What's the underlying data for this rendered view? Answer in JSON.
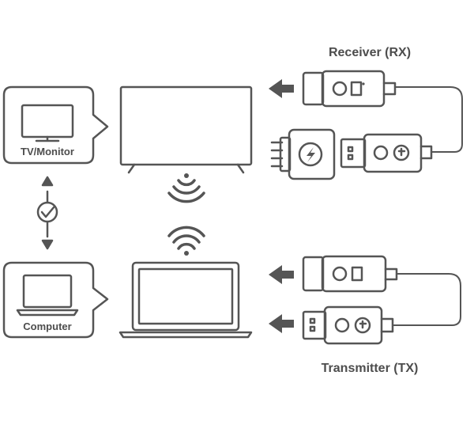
{
  "receiver": {
    "title": "Receiver (RX)"
  },
  "transmitter": {
    "title": "Transmitter (TX)"
  },
  "tv_card": {
    "label": "TV/Monitor"
  },
  "computer_card": {
    "label": "Computer"
  },
  "colors": {
    "stroke": "#555555",
    "fill_light": "#f2f2f2",
    "background": "#ffffff"
  },
  "icons": [
    "monitor-icon",
    "laptop-icon",
    "check-icon",
    "wifi-icon",
    "lightning-icon",
    "power-icon",
    "arrow-left-icon",
    "usb-plug-icon",
    "hdmi-plug-icon"
  ]
}
